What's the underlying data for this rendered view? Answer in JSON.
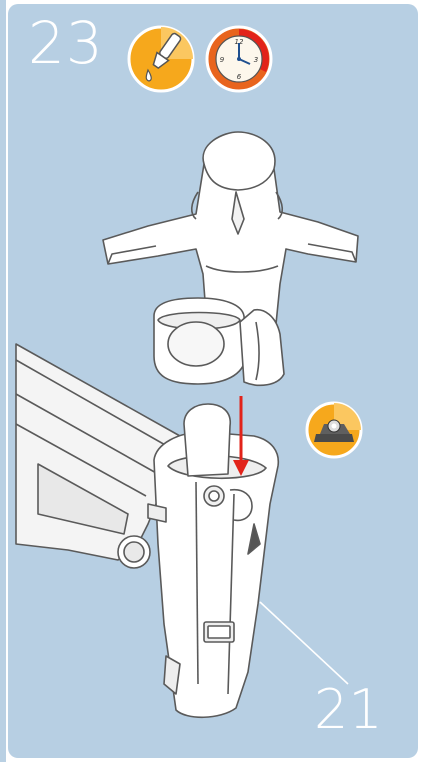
{
  "step": {
    "number": "23"
  },
  "icons": [
    {
      "name": "glue-bottle-icon",
      "color": "#f6a81c"
    },
    {
      "name": "clock-icon",
      "color": "#e8641d",
      "clock_numbers": [
        "12",
        "3",
        "6",
        "9"
      ]
    },
    {
      "name": "tape-dispenser-icon",
      "color": "#f6a81c"
    }
  ],
  "callout": {
    "part_number": "21"
  },
  "colors": {
    "panel": "#b7cfe3",
    "arrow": "#e2231a",
    "icon_orange": "#f6a81c",
    "clock_ring": "#e8641d"
  }
}
